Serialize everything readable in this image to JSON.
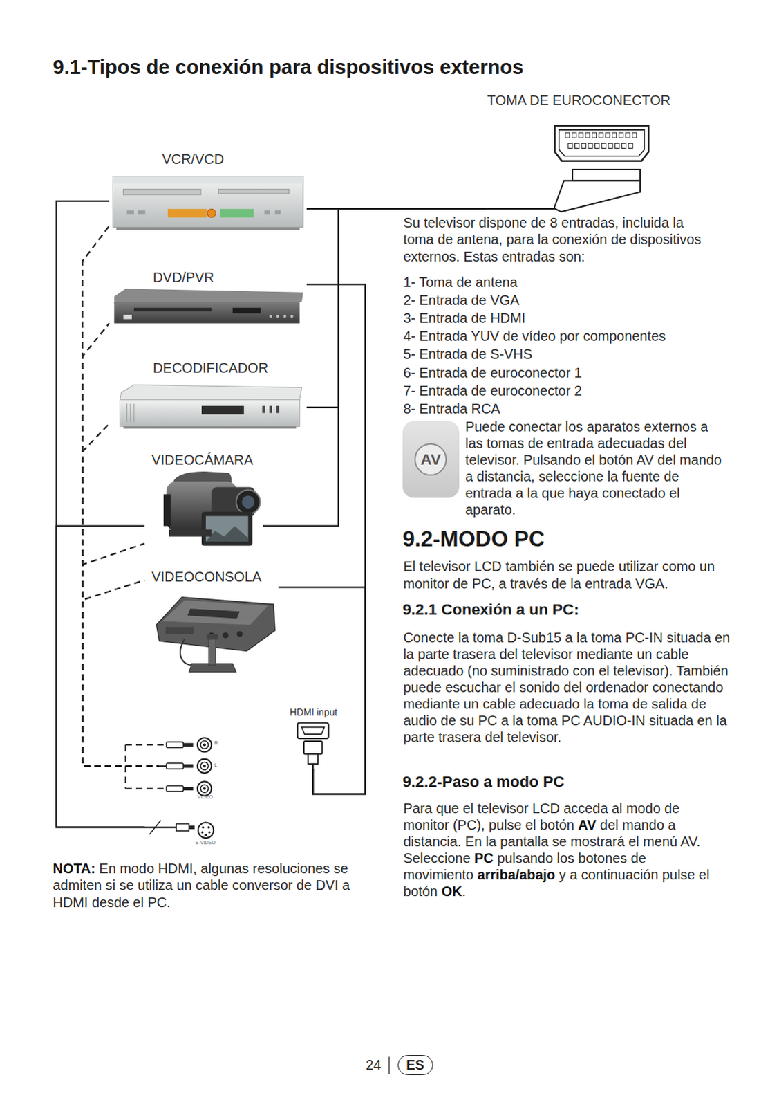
{
  "diagram": {
    "title": "9.1-Tipos de conexión para dispositivos externos",
    "nodes": [
      {
        "text": [
          "TOMA DE EUROCONECTOR"
        ]
      },
      {
        "text": [
          "VCR/VCD"
        ]
      },
      {
        "text": [
          "DVD/PVR"
        ]
      },
      {
        "text": [
          "DECODIFICADOR"
        ]
      },
      {
        "text": [
          "AV"
        ]
      },
      {
        "text": [
          "VIDEOCÁMARA"
        ]
      },
      {
        "text": [
          "VIDEOCONSOLA"
        ]
      },
      {
        "text": [
          "HDMI input"
        ]
      },
      {
        "text": [
          "R",
          "L",
          "VIDEO"
        ]
      },
      {
        "text": [
          "S-VIDEO"
        ]
      },
      {
        "text": [
          "ES"
        ]
      }
    ],
    "edges": [
      {
        "from": 1,
        "to": 0,
        "arrow": "none"
      },
      {
        "from": 3,
        "to": 0,
        "arrow": "none"
      },
      {
        "from": 5,
        "to": 0,
        "arrow": "none"
      },
      {
        "from": 2,
        "to": 7,
        "arrow": "none"
      },
      {
        "from": 6,
        "to": 7,
        "arrow": "none"
      },
      {
        "from": 1,
        "to": 9,
        "arrow": "none"
      },
      {
        "from": 5,
        "to": 9,
        "arrow": "none"
      },
      {
        "from": 1,
        "to": 8,
        "arrow": "none"
      },
      {
        "from": 2,
        "to": 8,
        "arrow": "none"
      },
      {
        "from": 3,
        "to": 8,
        "arrow": "none"
      },
      {
        "from": 5,
        "to": 8,
        "arrow": "none"
      },
      {
        "from": 6,
        "to": 8,
        "arrow": "none"
      }
    ],
    "labels": [
      "Su televisor dispone de 8 entradas, incluida la toma de antena, para la conexión de dispositivos externos. Estas entradas son:",
      "1- Toma de antena",
      "2- Entrada de VGA",
      "3- Entrada de HDMI",
      "4- Entrada YUV de vídeo por componentes",
      "5- Entrada de S-VHS",
      "6- Entrada de euroconector 1",
      "7- Entrada de euroconector 2",
      "8- Entrada RCA",
      "Puede conectar los aparatos externos a las tomas de entrada adecuadas del televisor. Pulsando el botón AV del mando a distancia, seleccione la fuente de entrada a la que haya conectado el aparato.",
      "9.2-MODO PC",
      "El televisor LCD también se puede utilizar como un monitor de PC, a través de la entrada VGA.",
      "9.2.1 Conexión a un PC:",
      "Conecte la toma D-Sub15 a la toma PC-IN situada en la parte trasera del televisor mediante un cable adecuado (no suministrado con el televisor). También puede escuchar el sonido del ordenador conectando mediante un cable adecuado la toma de salida de audio de su PC a la toma PC AUDIO-IN situada en la parte trasera del televisor.",
      "9.2.2-Paso a modo PC",
      "Para que el televisor LCD acceda al modo de monitor (PC), pulse el botón",
      "AV",
      "del mando a distancia. En la pantalla se mostrará el menú AV. Seleccione",
      "PC",
      "pulsando los botones de movimiento",
      "arriba/abajo",
      "y a continuación pulse el botón",
      "OK",
      ".",
      "NOTA:",
      "En modo HDMI, algunas resoluciones se admiten si se utiliza un cable conversor de DVI a HDMI desde el PC.",
      "24"
    ]
  }
}
